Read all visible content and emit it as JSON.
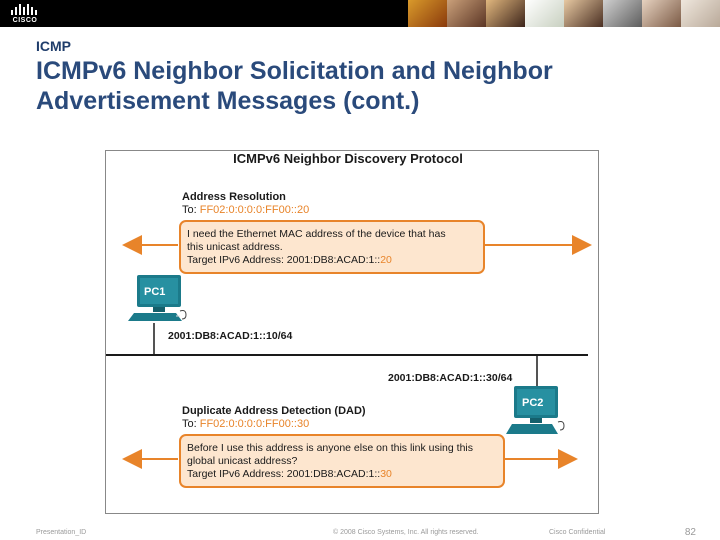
{
  "header": {
    "logo_text": "CISCO",
    "section": "ICMP",
    "title": "ICMPv6 Neighbor Solicitation and Neighbor Advertisement Messages (cont.)"
  },
  "diagram": {
    "title": "ICMPv6 Neighbor Discovery Protocol",
    "address_resolution": {
      "heading": "Address Resolution",
      "to_prefix": "To: ",
      "to_address": "FF02:0:0:0:0:FF00",
      "to_suffix": "::20",
      "message_line1": "I need the Ethernet MAC address of the device that has",
      "message_line2": "this unicast address.",
      "target_prefix": "Target IPv6 Address: 2001:DB8:ACAD:1::",
      "target_suffix": "20"
    },
    "pc1": {
      "label": "PC1",
      "address": "2001:DB8:ACAD:1::10/64"
    },
    "pc2": {
      "label": "PC2",
      "address": "2001:DB8:ACAD:1::30/64"
    },
    "dad": {
      "heading": "Duplicate Address Detection (DAD)",
      "to_prefix": "To: ",
      "to_address": "FF02:0:0:0:0:FF00",
      "to_suffix": "::30",
      "message_line1": "Before I use this address is anyone else on this link using this",
      "message_line2": "global unicast address?",
      "target_prefix": "Target IPv6 Address: 2001:DB8:ACAD:1::",
      "target_suffix": "30"
    },
    "colors": {
      "accent_orange": "#e8842a",
      "box_fill": "#fde6cf",
      "pc_teal": "#1b7a8a",
      "text_dark": "#1a1a1a"
    }
  },
  "footer": {
    "presentation": "Presentation_ID",
    "copyright": "© 2008 Cisco Systems, Inc. All rights reserved.",
    "confidential": "Cisco Confidential",
    "page": "82"
  }
}
